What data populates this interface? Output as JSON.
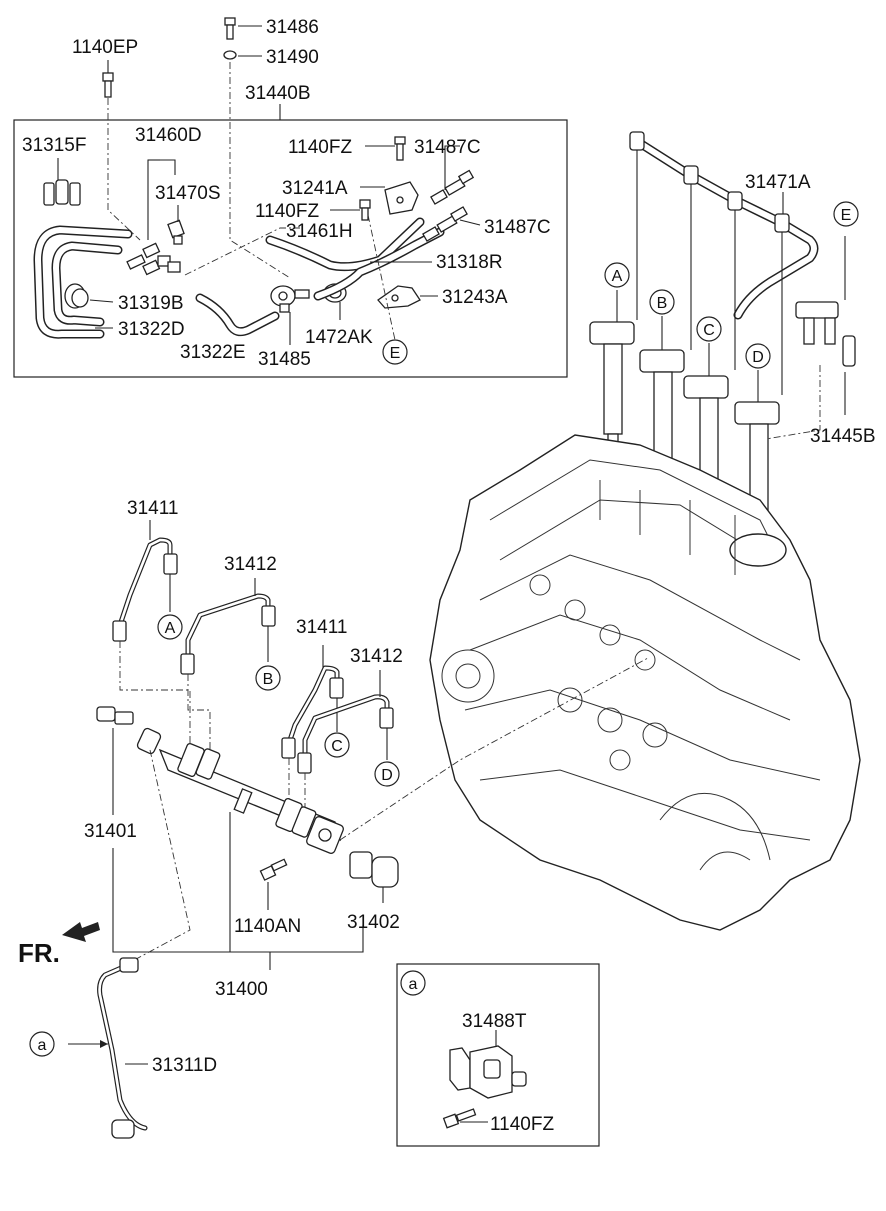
{
  "diagram": {
    "part_labels": {
      "p31486": "31486",
      "p31490": "31490",
      "p1140EP": "1140EP",
      "p31440B": "31440B",
      "p31315F": "31315F",
      "p31460D": "31460D",
      "p31470S": "31470S",
      "p1140FZ_a": "1140FZ",
      "p31487C_a": "31487C",
      "p31241A": "31241A",
      "p1140FZ_b": "1140FZ",
      "p31487C_b": "31487C",
      "p31461H": "31461H",
      "p31318R": "31318R",
      "p31319B": "31319B",
      "p31243A": "31243A",
      "p31322D": "31322D",
      "p1472AK": "1472AK",
      "p31322E": "31322E",
      "p31485": "31485",
      "p31471A": "31471A",
      "p31445B": "31445B",
      "p31411_a": "31411",
      "p31412_a": "31412",
      "p31411_b": "31411",
      "p31412_b": "31412",
      "p31401": "31401",
      "p1140AN": "1140AN",
      "p31402": "31402",
      "p31400": "31400",
      "p31311D": "31311D",
      "p31488T": "31488T",
      "p1140FZ_c": "1140FZ"
    },
    "callouts": {
      "A": "A",
      "B": "B",
      "C": "C",
      "D": "D",
      "E": "E",
      "a": "a"
    },
    "direction_label": "FR."
  }
}
